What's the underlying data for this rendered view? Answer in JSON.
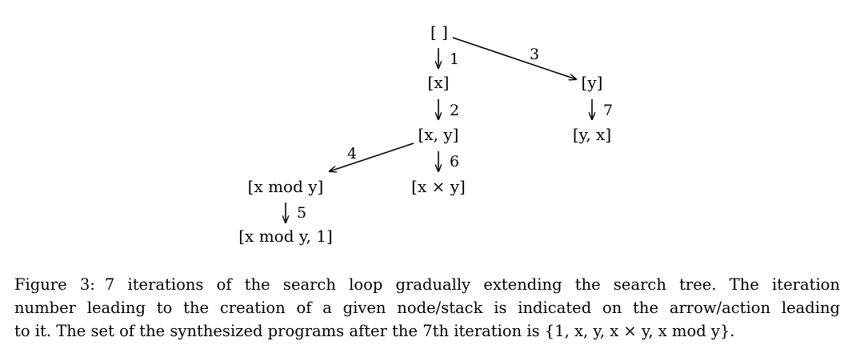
{
  "figure": {
    "nodes": [
      {
        "id": "root",
        "label": "[ ]"
      },
      {
        "id": "x",
        "label": "[x]"
      },
      {
        "id": "xy",
        "label": "[x, y]"
      },
      {
        "id": "xmody",
        "label": "[x mod y]"
      },
      {
        "id": "xmody1",
        "label": "[x mod y, 1]"
      },
      {
        "id": "xtimesy",
        "label": "[x × y]"
      },
      {
        "id": "y",
        "label": "[y]"
      },
      {
        "id": "yx",
        "label": "[y, x]"
      }
    ],
    "edges": [
      {
        "from": "root",
        "to": "x",
        "label": "1"
      },
      {
        "from": "x",
        "to": "xy",
        "label": "2"
      },
      {
        "from": "root",
        "to": "y",
        "label": "3"
      },
      {
        "from": "xy",
        "to": "xmody",
        "label": "4"
      },
      {
        "from": "xmody",
        "to": "xmody1",
        "label": "5"
      },
      {
        "from": "xy",
        "to": "xtimesy",
        "label": "6"
      },
      {
        "from": "y",
        "to": "yx",
        "label": "7"
      }
    ]
  },
  "caption": {
    "figure_label": "Figure 3:",
    "line1": "7 iterations of the search loop gradually extending the search tree. The iteration",
    "line2": "number leading to the creation of a given node/stack is indicated on the arrow/action leading",
    "line3": "to it. The set of the synthesized programs after the 7th iteration is {1, x, y, x × y, x mod y}."
  }
}
